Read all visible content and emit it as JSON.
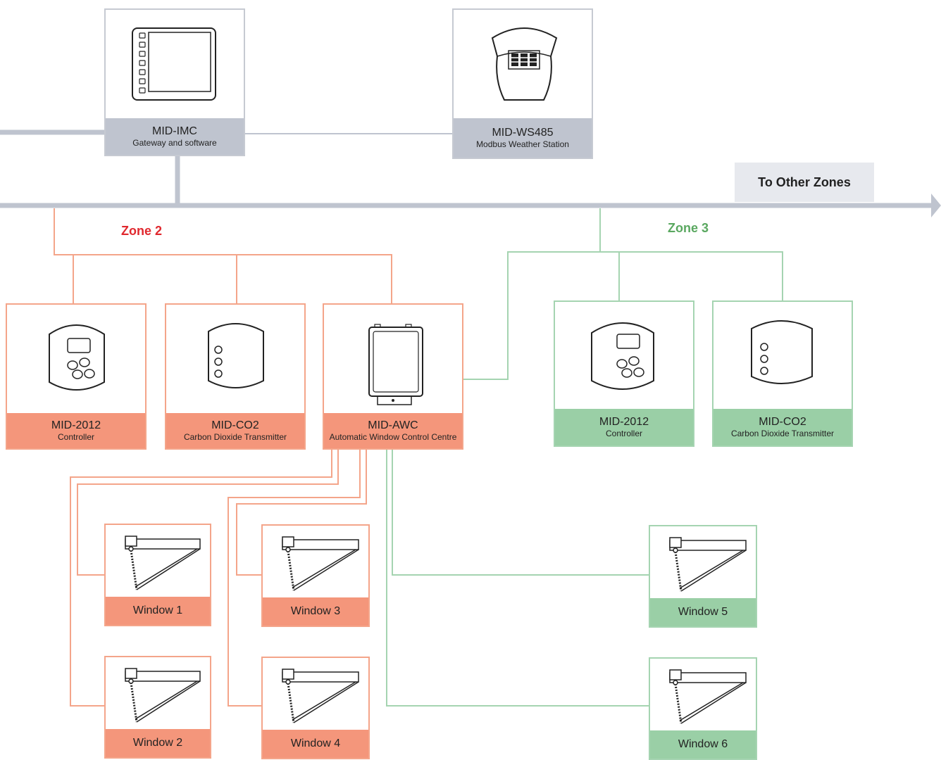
{
  "colors": {
    "bus": "#bfc4cf",
    "zone2": "#e0282e",
    "zone3": "#5aa860",
    "zone2_wire": "#f4a58a",
    "zone3_wire": "#a5d4b1"
  },
  "gateway": {
    "name": "MID-IMC",
    "desc": "Gateway and software"
  },
  "weather": {
    "name": "MID-WS485",
    "desc": "Modbus Weather Station"
  },
  "other_zones": "To Other Zones",
  "zone2": {
    "title": "Zone 2",
    "controller": {
      "name": "MID-2012",
      "desc": "Controller"
    },
    "co2": {
      "name": "MID-CO2",
      "desc": "Carbon Dioxide Transmitter"
    },
    "awc": {
      "name": "MID-AWC",
      "desc": "Automatic Window Control Centre"
    },
    "windows": [
      "Window 1",
      "Window 2",
      "Window 3",
      "Window 4"
    ]
  },
  "zone3": {
    "title": "Zone 3",
    "controller": {
      "name": "MID-2012",
      "desc": "Controller"
    },
    "co2": {
      "name": "MID-CO2",
      "desc": "Carbon Dioxide Transmitter"
    },
    "windows": [
      "Window 5",
      "Window 6"
    ]
  }
}
